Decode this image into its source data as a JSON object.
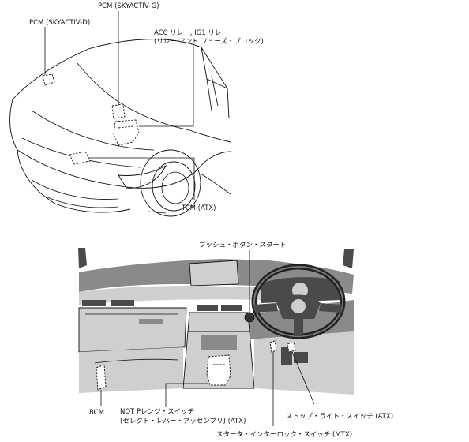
{
  "top_diagram": {
    "labels": {
      "pcm_skyactiv_d": "PCM (SKYACTIV-D)",
      "pcm_skyactiv_g": "PCM (SKYACTIV-G)",
      "acc_relay_line1": "ACC リレー, IG1 リレー",
      "acc_relay_line2": "(リレー アンド フューズ・ブロック)",
      "tcm_atx": "TCM (ATX)"
    }
  },
  "bottom_diagram": {
    "labels": {
      "push_button_start": "プッシュ・ボタン・スタート",
      "bcm": "BCM",
      "not_p_range_line1": "NOT Pレンジ・スイッチ",
      "not_p_range_line2": "(セレクト・レバー・アッセンブリ) (ATX)",
      "stop_light_switch": "ストップ・ライト・スイッチ (ATX)",
      "starter_interlock": "スタータ・インターロック・スイッチ (MTX)"
    }
  }
}
